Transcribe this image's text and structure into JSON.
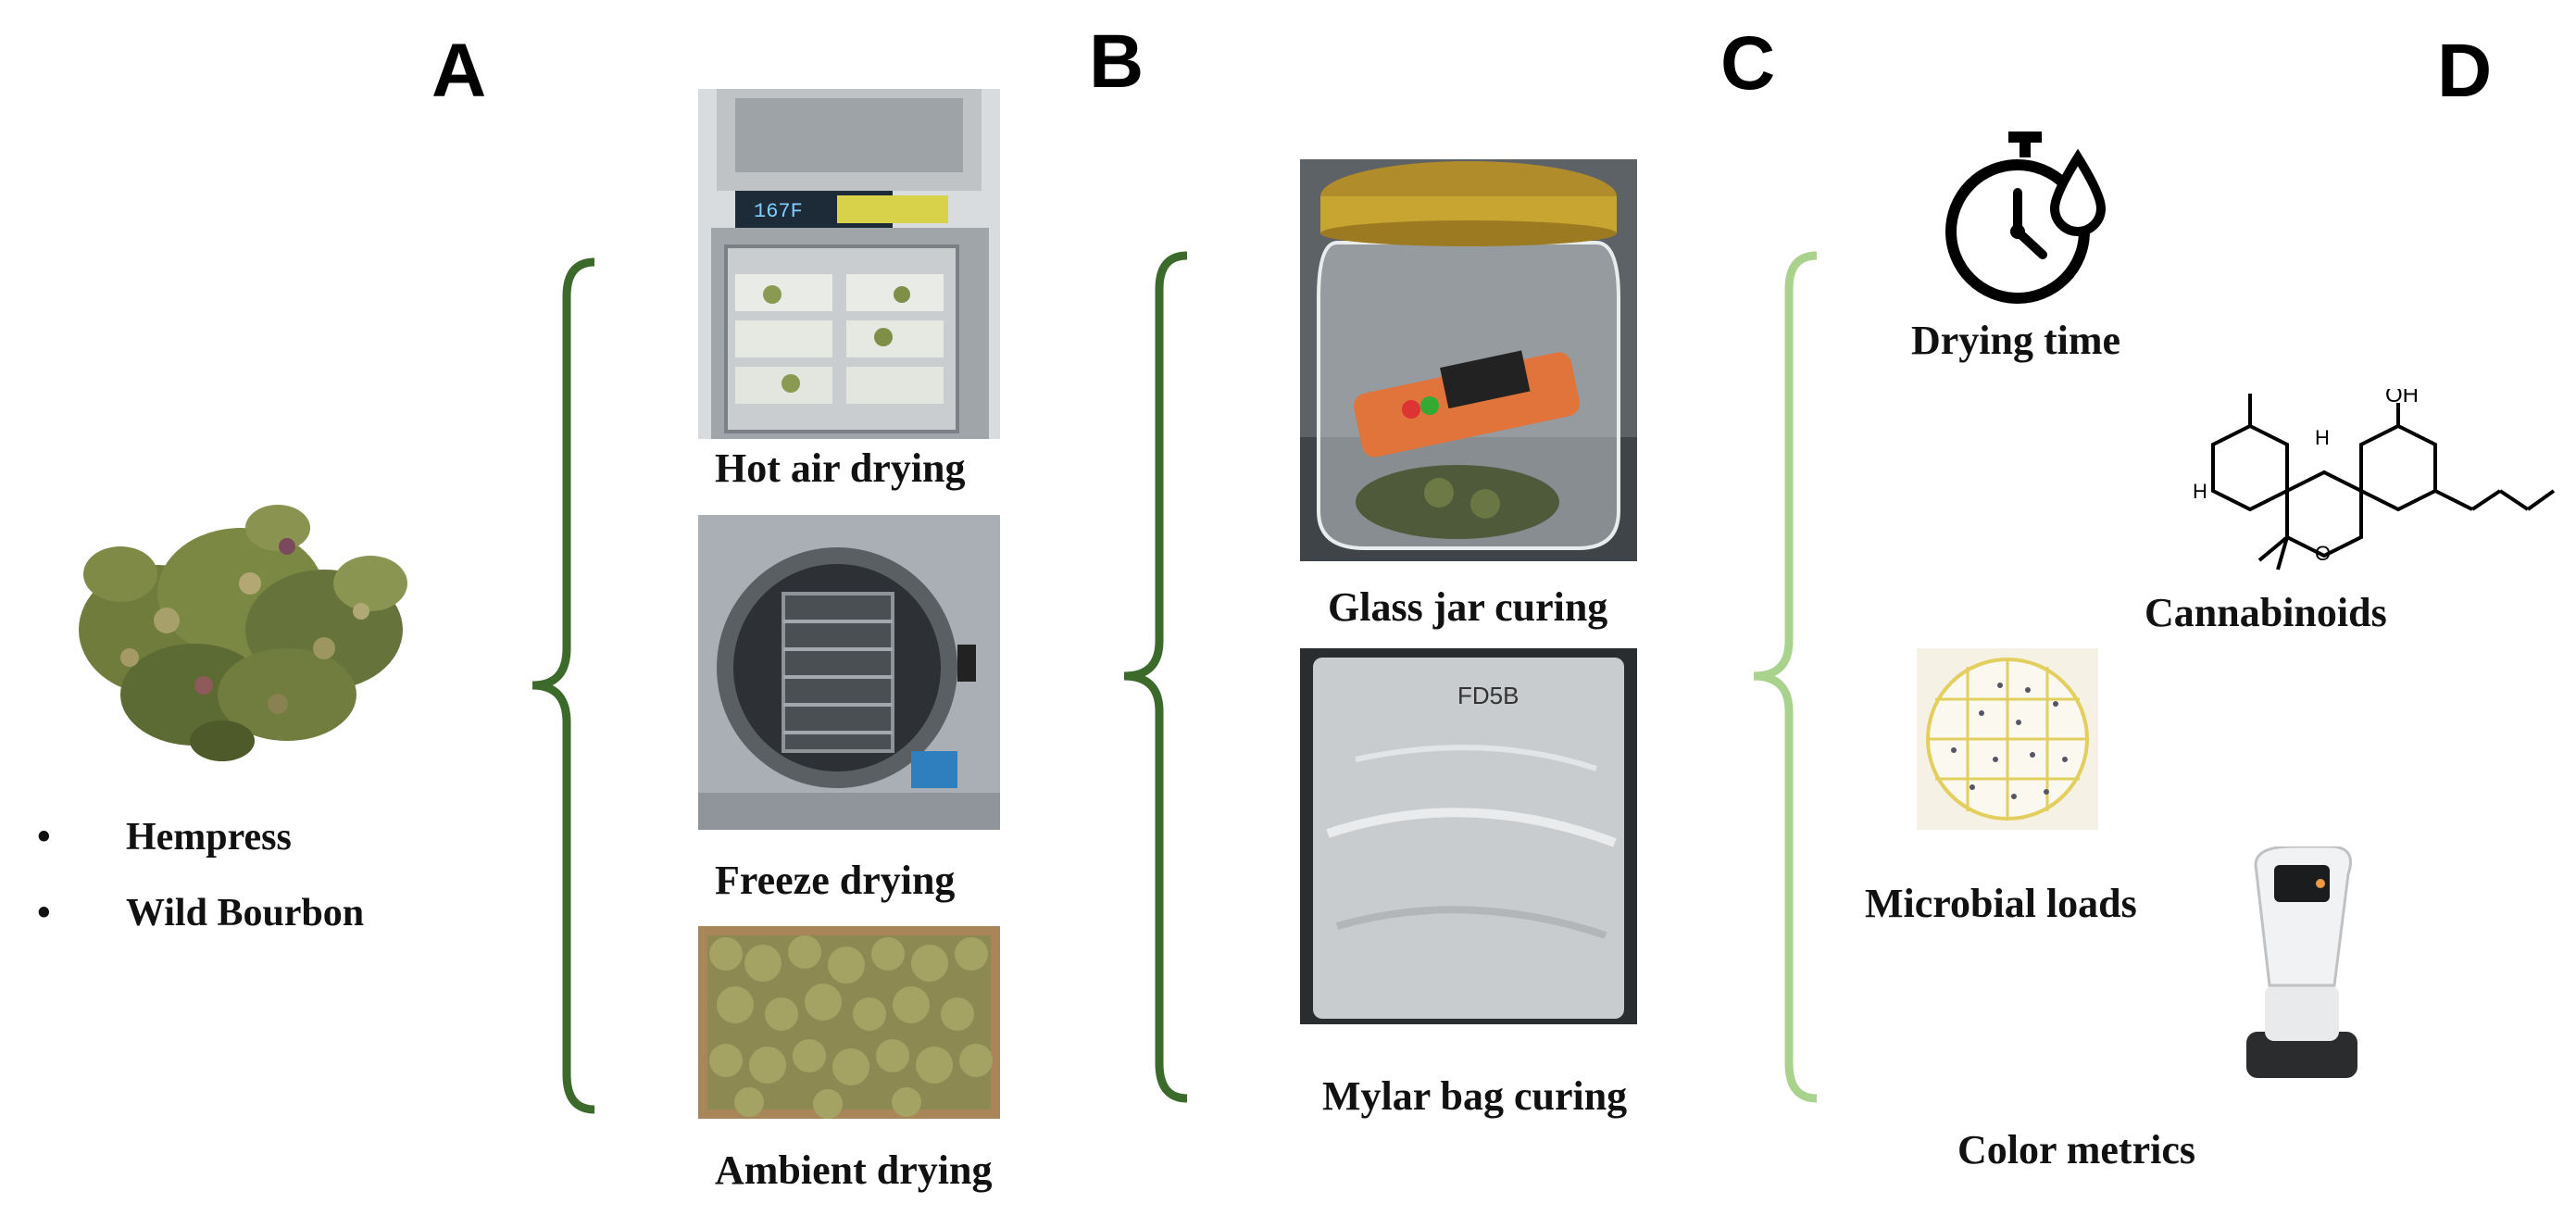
{
  "panels": {
    "a": "A",
    "b": "B",
    "c": "C",
    "d": "D"
  },
  "cultivars": [
    "Hempress",
    "Wild Bourbon"
  ],
  "bullet_symbol": "•",
  "drying_methods": [
    "Hot air drying",
    "Freeze drying",
    "Ambient drying"
  ],
  "curing_methods": [
    "Glass jar curing",
    "Mylar bag curing"
  ],
  "metrics": {
    "drying_time": "Drying time",
    "cannabinoids": "Cannabinoids",
    "microbial": "Microbial loads",
    "color": "Color metrics"
  },
  "photo_labels": {
    "dryer_display": "167F",
    "bag_label": "FD5B"
  },
  "molecule_labels": {
    "oh": "OH",
    "h1": "H",
    "h2": "H",
    "o": "O"
  },
  "colors": {
    "bracket_dark": "#3b6a2a",
    "bracket_light": "#a9d38d",
    "hemp_green": "#6b7a3a",
    "steel": "#b9bcc0",
    "gold_lid": "#c8a431"
  }
}
